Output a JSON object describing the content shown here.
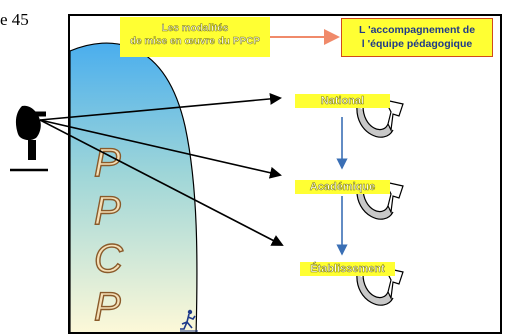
{
  "page": {
    "label": "e 45"
  },
  "modalites": {
    "line1": "Les modalités",
    "line2": "de mise en œuvre du PPCP"
  },
  "accompagnement": {
    "line1": "L 'accompagnement de",
    "line2": "l 'équipe pédagogique"
  },
  "levels": [
    {
      "label": "National"
    },
    {
      "label": "Académique"
    },
    {
      "label": "Établissement"
    }
  ],
  "letters": [
    "P",
    "P",
    "C",
    "P"
  ],
  "icons": {
    "presenter": "pointing-hand-icon",
    "runner": "runner-icon",
    "cycle": "curved-arrow-icon"
  },
  "colors": {
    "banner": "#ffff33",
    "connector": "#f08a6a",
    "sky": "#4fb2ee",
    "down_arrow": "#3a6fb5",
    "letter_fill": "#f5e0b8"
  }
}
